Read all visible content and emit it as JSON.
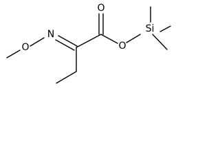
{
  "molecule": {
    "atoms": {
      "oxime_n": "N",
      "oxime_o": "O",
      "carbonyl_o": "O",
      "ester_o": "O",
      "silicon": "Si"
    }
  }
}
